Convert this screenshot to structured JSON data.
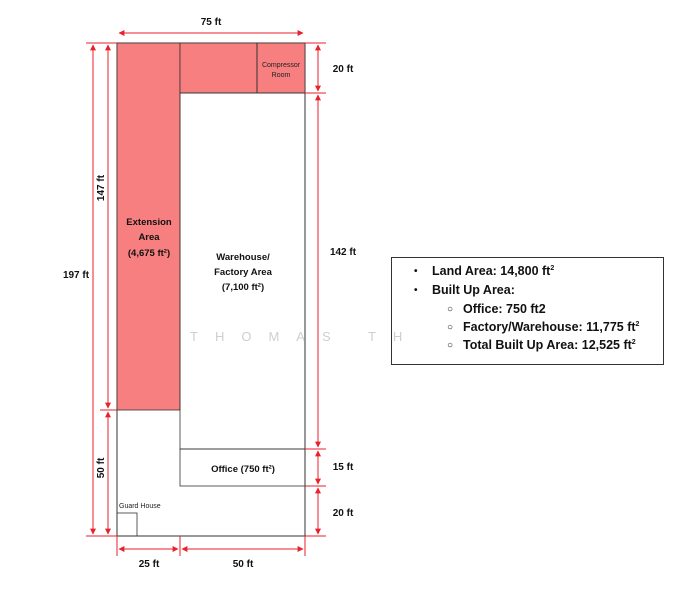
{
  "colors": {
    "extension": "#f77f7f",
    "dimension": "#e8212b",
    "outline": "#333333"
  },
  "dimensions": {
    "top_width": "75 ft",
    "total_depth": "197 ft",
    "extension_depth": "147 ft",
    "front_depth": "50 ft",
    "right_top": "20 ft",
    "right_warehouse": "142 ft",
    "right_office": "15 ft",
    "right_front": "20 ft",
    "bottom_left": "25 ft",
    "bottom_right": "50 ft"
  },
  "areas": {
    "compressor_line1": "Compressor",
    "compressor_line2": "Room",
    "extension_line1": "Extension",
    "extension_line2": "Area",
    "extension_line3": "(4,675 ft²)",
    "warehouse_line1": "Warehouse/",
    "warehouse_line2": "Factory Area",
    "warehouse_line3": "(7,100 ft²)",
    "office": "Office (750 ft²)",
    "guard_house": "Guard House"
  },
  "watermark": "THOMAS TH",
  "info": {
    "land_area": "Land Area: 14,800 ft",
    "built_up": "Built Up Area:",
    "office": "Office: 750 ft2",
    "factory": "Factory/Warehouse: 11,775 ft",
    "total": "Total Built Up Area: 12,525 ft",
    "sq": "2",
    "bullet": "•",
    "sub_bullet": "○"
  }
}
